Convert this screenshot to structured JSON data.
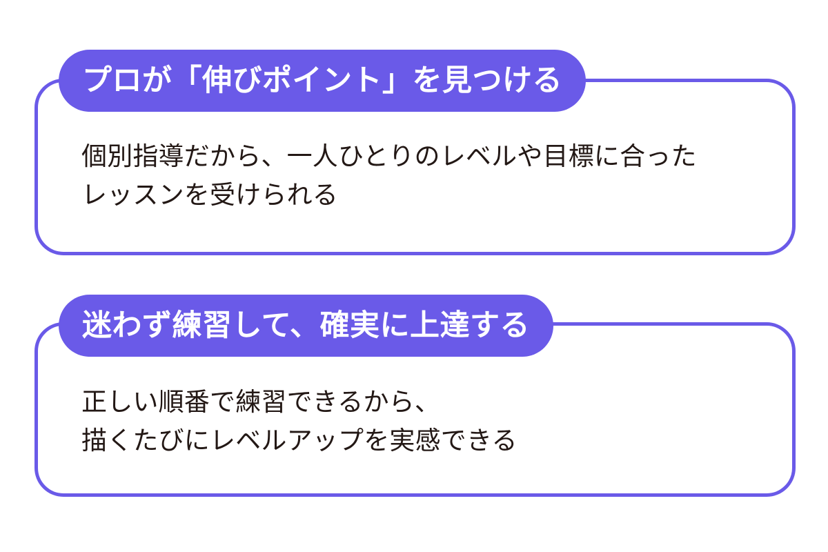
{
  "page": {
    "background_color": "#ffffff",
    "accent_color": "#6a5ae8",
    "text_color": "#231815"
  },
  "cards": [
    {
      "id": "card-1",
      "pill_label": "プロが「伸びポイント」を見つける",
      "body_lines": [
        "個別指導だから、一人ひとりのレベルや目標に合った",
        "レッスンを受けられる"
      ]
    },
    {
      "id": "card-2",
      "pill_label": "迷わず練習して、確実に上達する",
      "body_lines": [
        "正しい順番で練習できるから、",
        "描くたびにレベルアップを実感できる"
      ]
    }
  ]
}
